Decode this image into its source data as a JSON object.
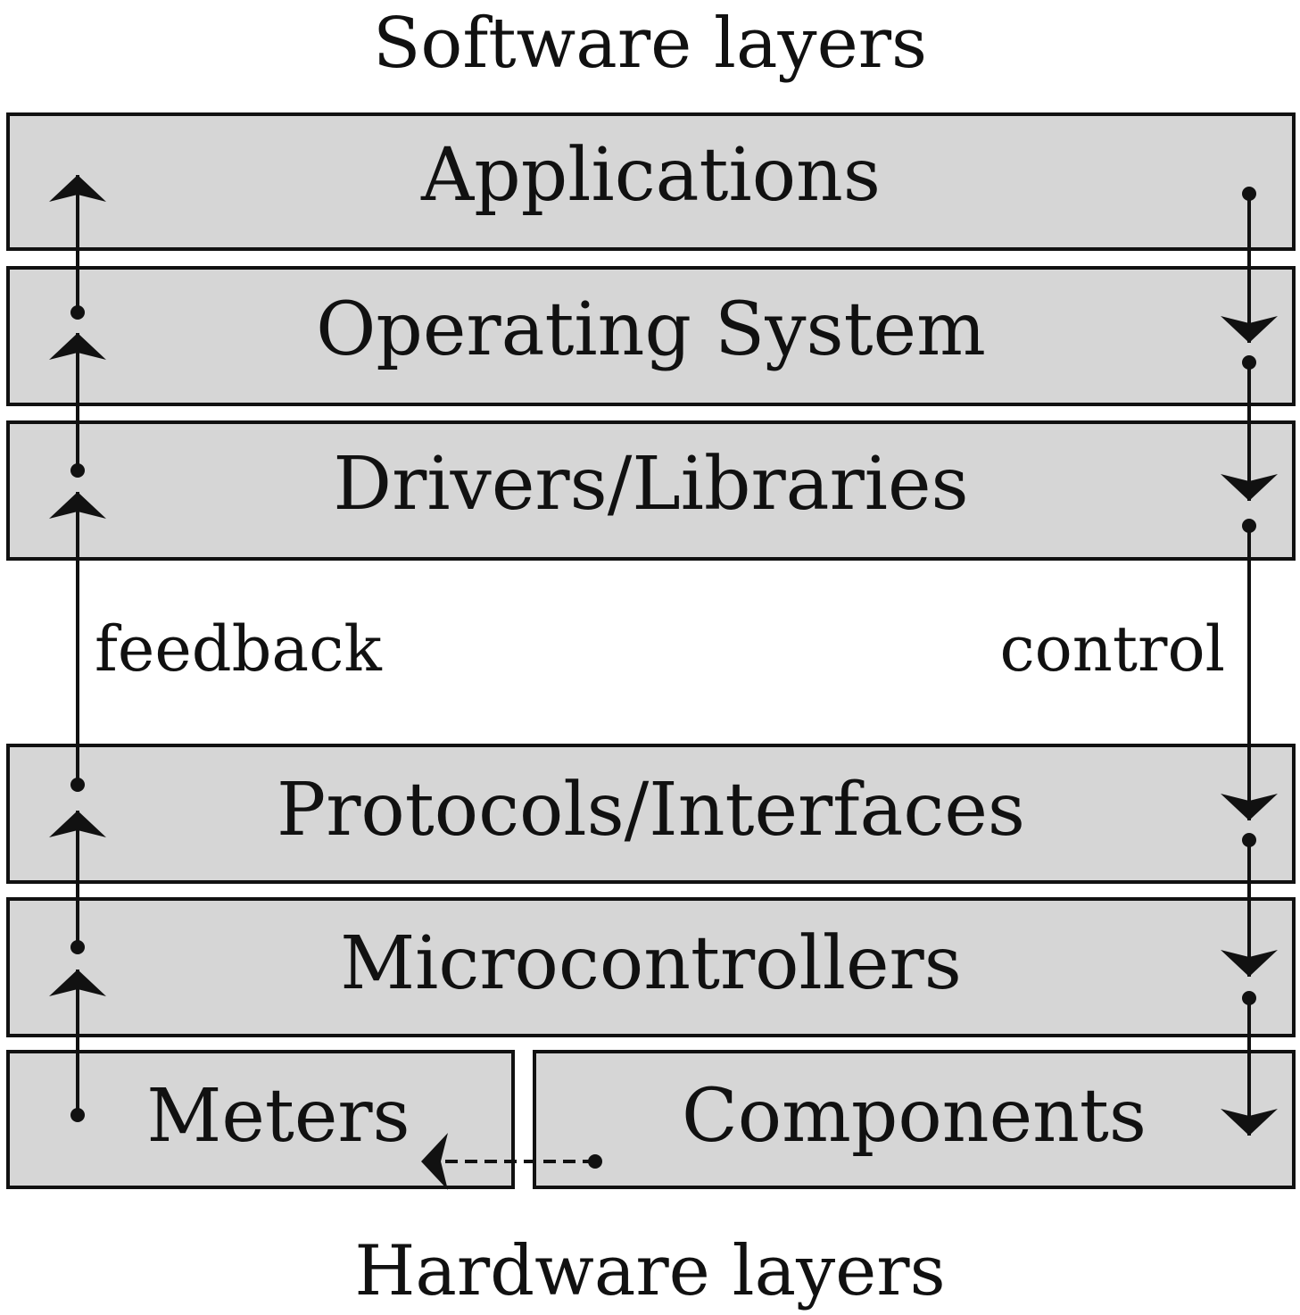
{
  "diagram": {
    "top_heading": "Software layers",
    "bottom_heading": "Hardware layers",
    "layers": {
      "applications": "Applications",
      "operating_system": "Operating System",
      "drivers_libraries": "Drivers/Libraries",
      "protocols_interfaces": "Protocols/Interfaces",
      "microcontrollers": "Microcontrollers",
      "meters": "Meters",
      "components": "Components"
    },
    "feedback_label": "feedback",
    "control_label": "control",
    "layer_fill": "#d6d6d6",
    "stroke_color": "#111111"
  }
}
